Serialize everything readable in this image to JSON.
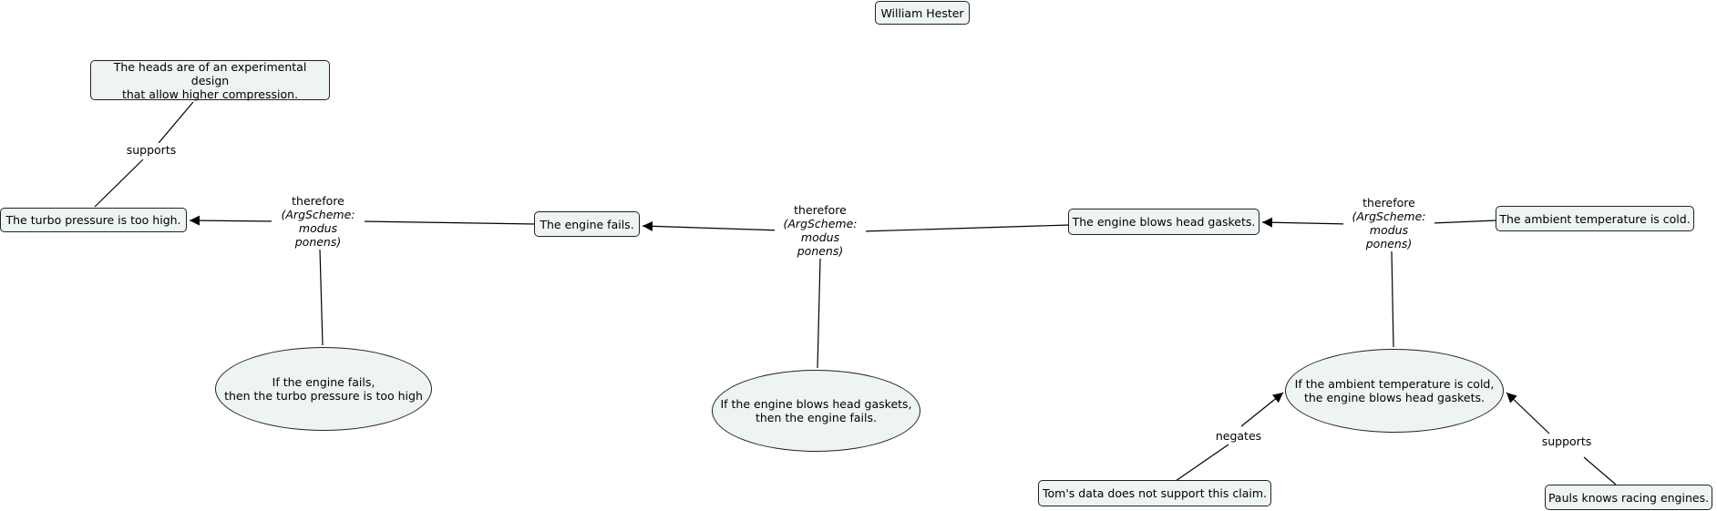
{
  "title": "William Hester",
  "nodes": {
    "heads": "The heads are of an experimental design\nthat allow higher compression.",
    "turbo": "The turbo pressure is too high.",
    "engine_fails": "The engine fails.",
    "gaskets": "The engine blows head gaskets.",
    "ambient": "The ambient temperature is cold.",
    "rule1": "If the engine fails,\nthen the turbo pressure is too high",
    "rule2": "If the engine blows head gaskets,\nthen the engine fails.",
    "rule3": "If the ambient temperature is cold,\nthe engine blows head gaskets.",
    "toms": "Tom's data does not support this claim.",
    "pauls": "Pauls knows racing engines."
  },
  "links": {
    "supports1": "supports",
    "therefore": "therefore",
    "scheme": "(ArgScheme:\nmodus\nponens)",
    "negates": "negates",
    "supports2": "supports"
  }
}
